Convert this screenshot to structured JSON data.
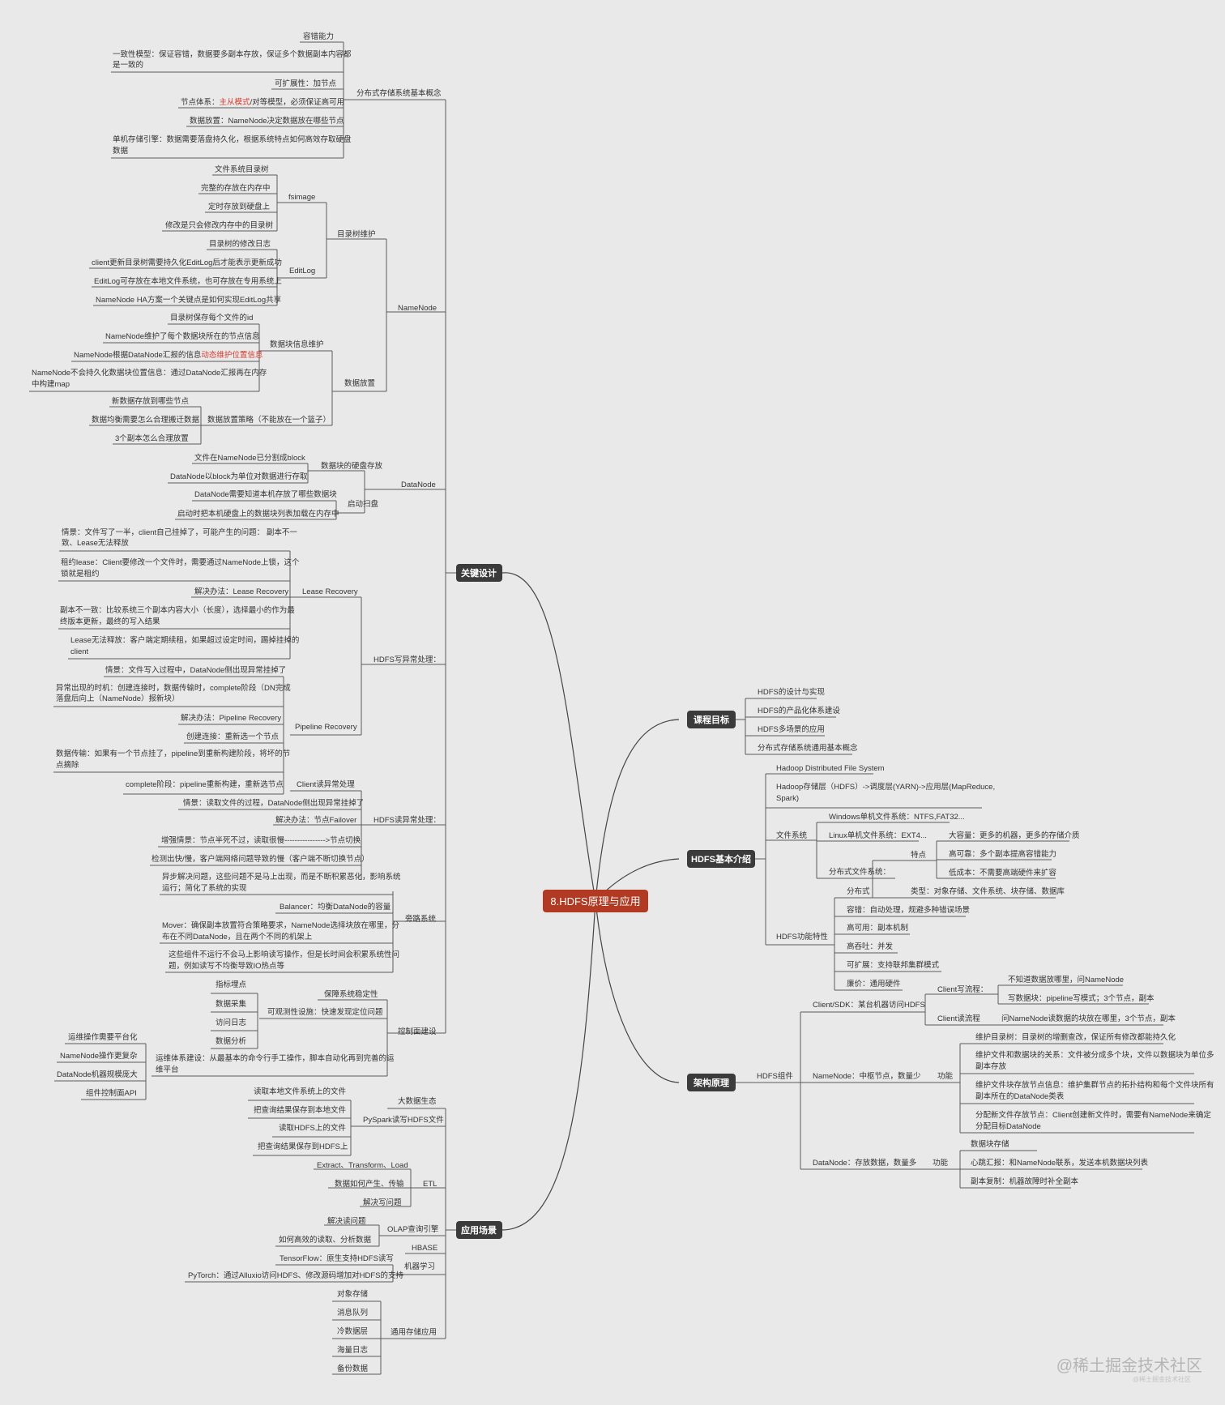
{
  "center": "8.HDFS原理与应用",
  "branches": [
    "关键设计",
    "课程目标",
    "HDFS基本介绍",
    "架构原理",
    "应用场景"
  ],
  "nodes": {
    "n_fcfs": "分布式存储系统基本概念",
    "n_fcfs_1": "容错能力",
    "n_fcfs_2a": "一致性模型：保证容错，数据要多副本存放，保证多个数据副本内容都",
    "n_fcfs_2b": "是一致的",
    "n_fcfs_3": "可扩展性：加节点",
    "n_fcfs_4a": "节点体系：",
    "n_fcfs_4b": "主从模式",
    "n_fcfs_4c": "/对等模型，必须保证高可用",
    "n_fcfs_5": "数据放置：NameNode决定数据放在哪些节点",
    "n_fcfs_6a": "单机存储引擎：数据需要落盘持久化，根据系统特点如何高效存取硬盘",
    "n_fcfs_6b": "数据",
    "n_nn": "NameNode",
    "n_ml": "目录树维护",
    "n_fsi": "fsimage",
    "n_fsi1": "文件系统目录树",
    "n_fsi2": "完整的存放在内存中",
    "n_fsi3": "定时存放到硬盘上",
    "n_fsi4": "修改是只会修改内存中的目录树",
    "n_el": "EditLog",
    "n_el1": "目录树的修改日志",
    "n_el2": "client更新目录树需要持久化EditLog后才能表示更新成功",
    "n_el3": "EditLog可存放在本地文件系统，也可存放在专用系统上",
    "n_el4": "NameNode HA方案一个关键点是如何实现EditLog共享",
    "n_sjfz": "数据放置",
    "n_sjk": "数据块信息维护",
    "n_sjk1": "目录树保存每个文件的id",
    "n_sjk2": "NameNode维护了每个数据块所在的节点信息",
    "n_sjk3a": "NameNode根据DataNode汇报的信息",
    "n_sjk3b": "动态维护位置信息",
    "n_sjk4a": "NameNode不会持久化数据块位置信息：通过DataNode汇报再在内存",
    "n_sjk4b": "中构建map",
    "n_cl": "数据放置策略（不能放在一个篮子）",
    "n_cl1": "新数据存放到哪些节点",
    "n_cl2": "数据均衡需要怎么合理搬迁数据",
    "n_cl3": "3个副本怎么合理放置",
    "n_dn": "DataNode",
    "n_yp": "数据块的硬盘存放",
    "n_yp1": "文件在NameNode已分割成block",
    "n_yp2": "DataNode以block为单位对数据进行存取",
    "n_qd": "启动扫盘",
    "n_qd1": "DataNode需要知道本机存放了哪些数据块",
    "n_qd2": "启动时把本机硬盘上的数据块列表加载在内存中",
    "n_xyc": "HDFS写异常处理：",
    "n_lr": "Lease Recovery",
    "n_lr1a": "情景：文件写了一半，client自己挂掉了，可能产生的问题： 副本不一",
    "n_lr1b": "致、Lease无法释放",
    "n_lr2a": "租约lease：Client要修改一个文件时，需要通过NameNode上锁，这个",
    "n_lr2b": "锁就是租约",
    "n_lr3": "解决办法：Lease Recovery",
    "n_lr4a": "副本不一致：比较系统三个副本内容大小（长度），选择最小的作为最",
    "n_lr4b": "终版本更新，最终的写入结果",
    "n_lr5a": "Lease无法释放：客户端定期续租，如果超过设定时间，踢掉挂掉的",
    "n_lr5b": "client",
    "n_pr": "Pipeline Recovery",
    "n_pr1": "情景：文件写入过程中，DataNode侧出现异常挂掉了",
    "n_pr2a": "异常出现的时机：创建连接时，数据传输时，complete阶段（DN完成",
    "n_pr2b": "落盘后向上（NameNode）报新块）",
    "n_pr3": "解决办法：Pipeline Recovery",
    "n_pr4": "创建连接：重新选一个节点",
    "n_pr5a": "数据传输：如果有一个节点挂了，pipeline到重新构建阶段，将坏的节",
    "n_pr5b": "点摘除",
    "n_pr6": "complete阶段：pipeline重新构建，重新选节点",
    "n_dyc": "HDFS读异常处理：",
    "n_cr": "Client读异常处理",
    "n_cr1": "情景：读取文件的过程，DataNode侧出现异常挂掉了",
    "n_cr2": "解决办法：节点Failover",
    "n_cr3": "增强情景：节点半死不过，读取很慢---------------->节点切换",
    "n_cr4": "检测出快/慢，客户端网络问题导致的慢（客户端不断切换节点）",
    "n_pl": "旁路系统",
    "n_pl1a": "异步解决问题，这些问题不是马上出现，而是不断积累恶化，影响系统",
    "n_pl1b": "运行；简化了系统的实现",
    "n_pl2": "Balancer：均衡DataNode的容量",
    "n_pl3a": "Mover：确保副本放置符合策略要求，NameNode选择块放在哪里，分",
    "n_pl3b": "布在不同DataNode，且在两个不同的机架上",
    "n_pl4a": "这些组件不运行不会马上影响读写操作，但是长时间会积累系统性问",
    "n_pl4b": "题，例如读写不均衡导致IO热点等",
    "n_kz": "控制面建设",
    "n_kz1": "保障系统稳定性",
    "n_kz2": "可观测性设施：快速发现定位问题",
    "n_kz2a": "指标埋点",
    "n_kz2b": "数据采集",
    "n_kz2c": "访问日志",
    "n_kz2d": "数据分析",
    "n_kz3a": "运维体系建设：从最基本的命令行手工操作，脚本自动化再到完善的运",
    "n_kz3b": "维平台",
    "n_kz3c": "运维操作需要平台化",
    "n_kz3d": "NameNode操作更复杂",
    "n_kz3e": "DataNode机器规模庞大",
    "n_kz3f": "组件控制面API",
    "n_ct1": "HDFS的设计与实现",
    "n_ct2": "HDFS的产品化体系建设",
    "n_ct3": "HDFS多场景的应用",
    "n_ct4": "分布式存储系统通用基本概念",
    "n_bi1": "Hadoop Distributed File System",
    "n_bi2a": "Hadoop存储层（HDFS）->调度层(YARN)->应用层(MapReduce,",
    "n_bi2b": "Spark)",
    "n_fs": "文件系统",
    "n_fs1": "Windows单机文件系统：NTFS,FAT32...",
    "n_fs2": "Linux单机文件系统：EXT4...",
    "n_fs3": "分布式文件系统：",
    "n_fs3t": "特点",
    "n_fs3t1": "大容量：更多的机器，更多的存储介质",
    "n_fs3t2": "高可靠：多个副本提高容错能力",
    "n_fs3t3": "低成本：不需要高端硬件来扩容",
    "n_fs3l": "类型：对象存储、文件系统、块存储、数据库",
    "n_gn": "HDFS功能特性",
    "n_gn1": "分布式",
    "n_gn2": "容错：自动处理，规避多种错误场景",
    "n_gn3": "高可用：副本机制",
    "n_gn4": "高吞吐：并发",
    "n_gn5": "可扩展：支持联邦集群模式",
    "n_gn6": "廉价：通用硬件",
    "n_zj": "HDFS组件",
    "n_cs": "Client/SDK：某台机器访问HDFS",
    "n_cw": "Client写流程：",
    "n_cw1": "不知道数据放哪里，问NameNode",
    "n_cw2": "写数据块：pipeline写模式；3个节点，副本",
    "n_crd": "Client读流程",
    "n_crd1": "问NameNode读数据的块放在哪里，3个节点，副本",
    "n_nm": "NameNode：中枢节点，数量少",
    "n_nmg": "功能",
    "n_nm1": "维护目录树：目录树的增删查改，保证所有修改都能持久化",
    "n_nm2a": "维护文件和数据块的关系：文件被分成多个块，文件以数据块为单位多",
    "n_nm2b": "副本存放",
    "n_nm3a": "维护文件块存放节点信息：维护集群节点的拓扑结构和每个文件块所有",
    "n_nm3b": "副本所在的DataNode类表",
    "n_nm4a": "分配新文件存放节点：Client创建新文件时，需要有NameNode来确定",
    "n_nm4b": "分配目标DataNode",
    "n_dnn": "DataNode：存放数据，数量多",
    "n_dng": "功能",
    "n_dn1": "数据块存储",
    "n_dn2": "心跳汇报：和NameNode联系，发送本机数据块列表",
    "n_dn3": "副本复制：机器故障时补全副本",
    "n_dsj": "大数据生态",
    "n_ps": "PySpark读写HDFS文件",
    "n_ps1": "读取本地文件系统上的文件",
    "n_ps2": "把查询结果保存到本地文件",
    "n_ps3": "读取HDFS上的文件",
    "n_ps4": "把查询结果保存到HDFS上",
    "n_etl": "ETL",
    "n_etl1": "Extract、Transform、Load",
    "n_etl2": "数据如何产生、传输",
    "n_etl3": "解决写问题",
    "n_olap": "OLAP查询引擎",
    "n_olap1": "解决读问题",
    "n_olap2": "如何高效的读取、分析数据",
    "n_hb": "HBASE",
    "n_ml2": "机器学习",
    "n_ml2a": "TensorFlow：原生支持HDFS读写",
    "n_ml2b": "PyTorch：通过Alluxio访问HDFS、修改源码增加对HDFS的支持",
    "n_ty": "通用存储应用",
    "n_ty1": "对象存储",
    "n_ty2": "消息队列",
    "n_ty3": "冷数据层",
    "n_ty4": "海量日志",
    "n_ty5": "备份数据"
  },
  "watermark": "@稀土掘金技术社区",
  "watermark_small": "@稀土掘金技术社区",
  "colors": {
    "background": "#e9e9e9",
    "center": "#b23a22",
    "main": "#3b3b3b",
    "highlight": "#d93a2b",
    "line": "#5a5a5a"
  }
}
